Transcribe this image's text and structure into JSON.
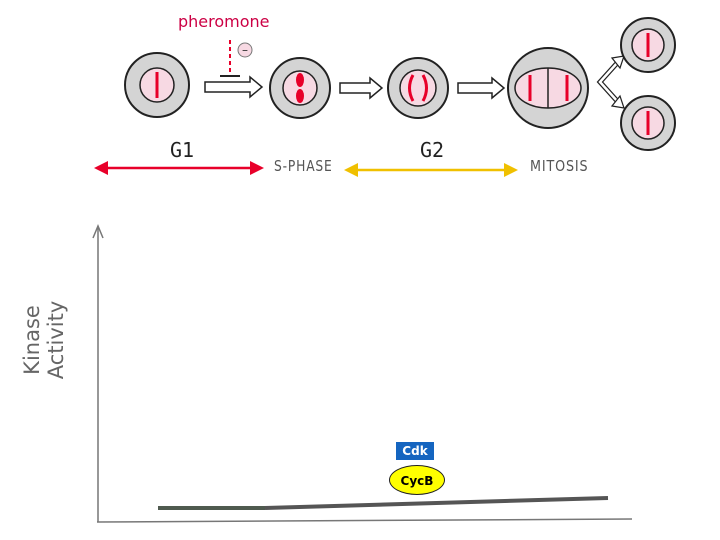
{
  "pheromone": "pheromone",
  "inhibit_sign": "–",
  "phases": {
    "g1": "G1",
    "s_phase": "S-PHASE",
    "g2": "G2",
    "mitosis": "MITOSIS"
  },
  "axis": {
    "ylabel_line1": "Kinase",
    "ylabel_line2": "Activity"
  },
  "complex": {
    "cdk": "Cdk",
    "cyclin": "CycB"
  },
  "colors": {
    "red": "#e8002a",
    "yellow": "#f0c000",
    "cell_fill": "#d4d4d4",
    "nucleus_fill": "#f7d9e3",
    "cdk_blue": "#1565c0",
    "cyclin_yellow": "#ffff00"
  }
}
